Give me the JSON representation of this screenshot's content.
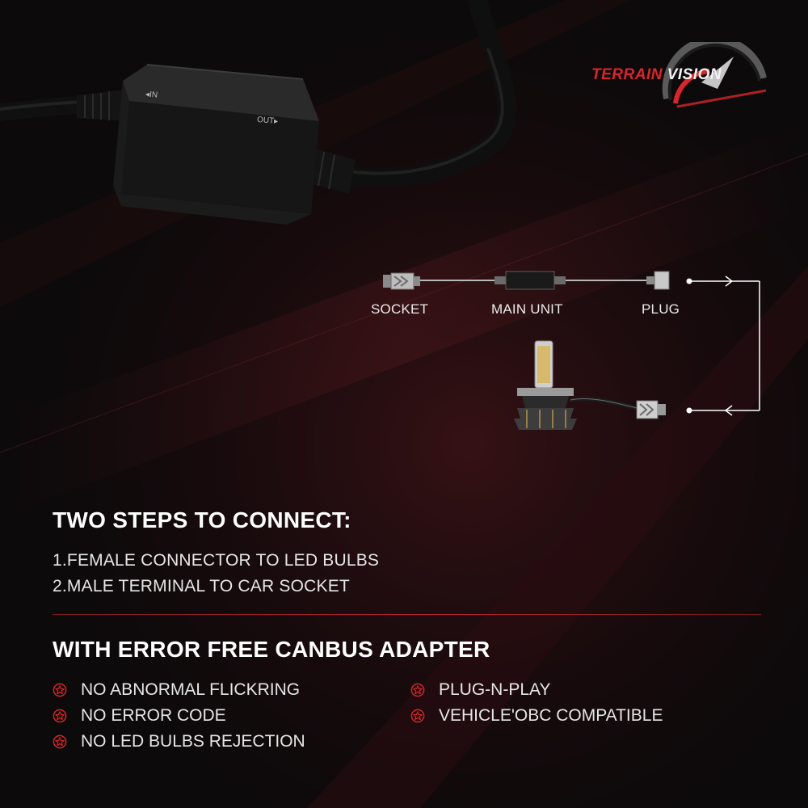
{
  "brand": {
    "word1": "TERRAIN",
    "word2": "VISION"
  },
  "device_labels": {
    "in": "IN",
    "out": "OUT"
  },
  "diagram": {
    "socket_label": "SOCKET",
    "main_unit_label": "MAIN UNIT",
    "plug_label": "PLUG"
  },
  "steps": {
    "title": "TWO STEPS TO CONNECT:",
    "items": [
      "1.FEMALE CONNECTOR TO LED BULBS",
      "2.MALE TERMINAL TO CAR SOCKET"
    ]
  },
  "features": {
    "title": "WITH ERROR FREE CANBUS ADAPTER",
    "left": [
      "NO ABNORMAL FLICKRING",
      "NO ERROR CODE",
      "NO LED BULBS REJECTION"
    ],
    "right": [
      "PLUG-N-PLAY",
      "VEHICLE'OBC COMPATIBLE"
    ]
  },
  "colors": {
    "accent": "#d7262b",
    "background": "#0c0a0b",
    "text": "#e6e6e6"
  },
  "icons": {
    "bullet": "star-outline-icon",
    "logo": "speedometer-logo-icon"
  }
}
